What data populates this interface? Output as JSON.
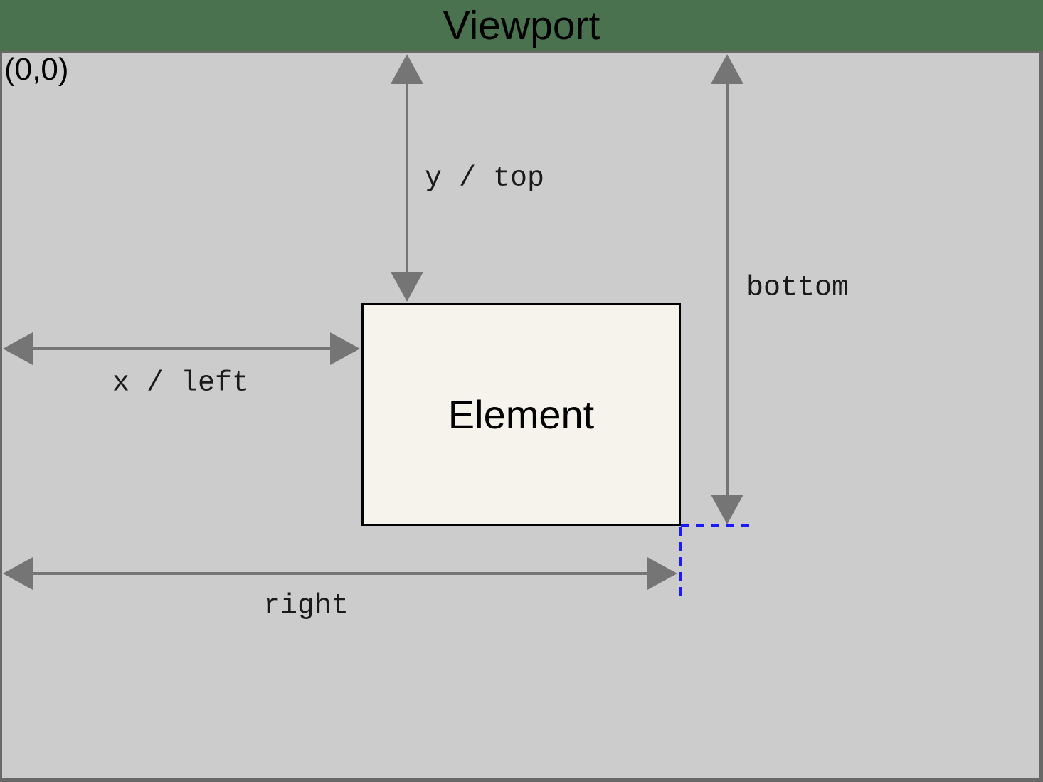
{
  "diagram": {
    "title": "Viewport",
    "origin_label": "(0,0)",
    "element_label": "Element",
    "labels": {
      "top": "y / top",
      "left": "x / left",
      "bottom": "bottom",
      "right": "right"
    },
    "colors": {
      "background_green": "#4a724f",
      "viewport_gray": "#cccccc",
      "viewport_border": "#686868",
      "arrow_gray": "#757575",
      "element_fill": "#f6f3ed",
      "element_border": "#000000",
      "guide_blue": "#1a1aff",
      "title_text": "#000000"
    }
  }
}
